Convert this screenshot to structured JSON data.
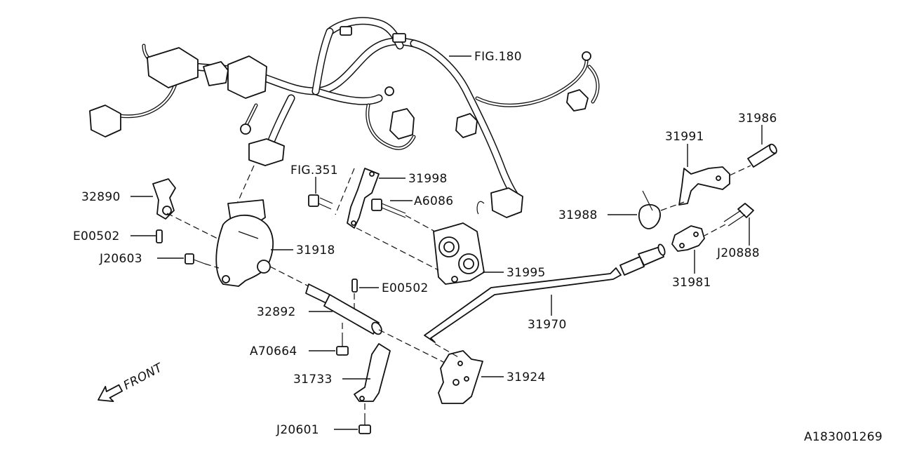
{
  "diagram": {
    "catalog_number": "A183001269",
    "front_label": "FRONT",
    "callouts": [
      {
        "id": "fig180",
        "text": "FIG.180"
      },
      {
        "id": "fig351",
        "text": "FIG.351"
      },
      {
        "id": "p31998",
        "text": "31998"
      },
      {
        "id": "pA6086",
        "text": "A6086"
      },
      {
        "id": "p32890",
        "text": "32890"
      },
      {
        "id": "pE00502a",
        "text": "E00502"
      },
      {
        "id": "pJ20603",
        "text": "J20603"
      },
      {
        "id": "p31918",
        "text": "31918"
      },
      {
        "id": "pE00502b",
        "text": "E00502"
      },
      {
        "id": "p32892",
        "text": "32892"
      },
      {
        "id": "pA70664",
        "text": "A70664"
      },
      {
        "id": "p31733",
        "text": "31733"
      },
      {
        "id": "pJ20601",
        "text": "J20601"
      },
      {
        "id": "p31924",
        "text": "31924"
      },
      {
        "id": "p31970",
        "text": "31970"
      },
      {
        "id": "p31995",
        "text": "31995"
      },
      {
        "id": "p31991",
        "text": "31991"
      },
      {
        "id": "p31986",
        "text": "31986"
      },
      {
        "id": "p31988",
        "text": "31988"
      },
      {
        "id": "pJ20888",
        "text": "J20888"
      },
      {
        "id": "p31981",
        "text": "31981"
      }
    ]
  }
}
